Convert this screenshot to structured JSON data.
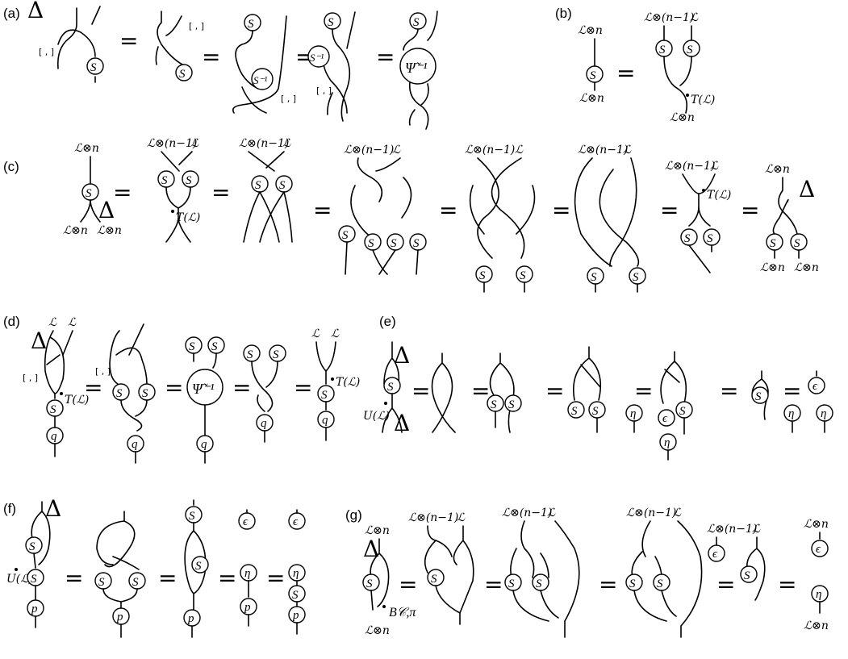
{
  "panels": [
    {
      "id": "a",
      "label": "(a)"
    },
    {
      "id": "b",
      "label": "(b)"
    },
    {
      "id": "c",
      "label": "(c)"
    },
    {
      "id": "d",
      "label": "(d)"
    },
    {
      "id": "e",
      "label": "(e)"
    },
    {
      "id": "f",
      "label": "(f)"
    },
    {
      "id": "g",
      "label": "(g)"
    }
  ],
  "symbols": {
    "equals": "=",
    "coproduct": "Δ",
    "bracket": "[ , ]",
    "antipode": "S",
    "antipode_inverse": "S⁻¹",
    "psi_inverse": "Ψ̃⁻¹",
    "counit": "ϵ",
    "unit": "η",
    "q": "q",
    "p": "p",
    "L": "ℒ",
    "L_tensor_n": "ℒ⊗n",
    "L_tensor_n_minus_1": "ℒ⊗(n−1)",
    "T_L": "T(ℒ)",
    "U_L": "U(ℒ)",
    "B_C_pi": "B𝒞,π"
  }
}
